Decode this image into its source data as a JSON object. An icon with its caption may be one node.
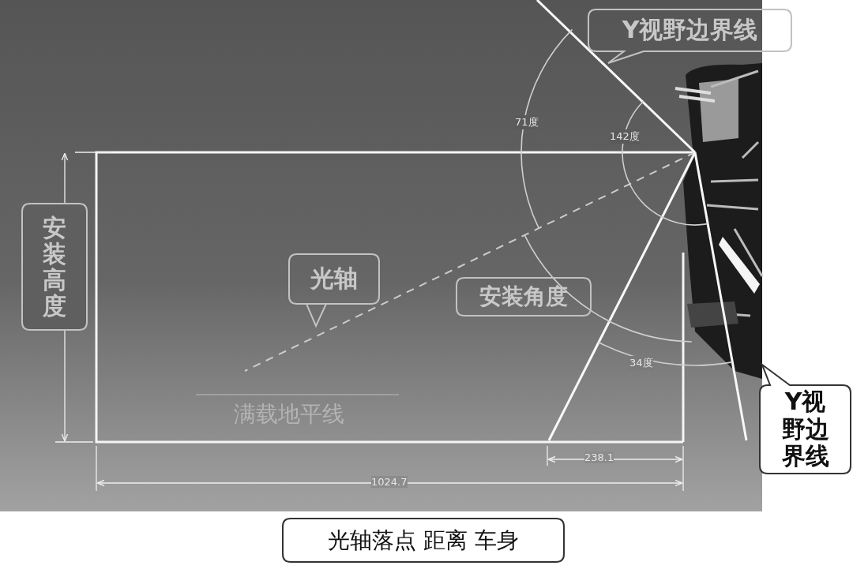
{
  "diagram": {
    "nodes": [
      {
        "text": [
          "Y视野边界线"
        ]
      },
      {
        "text": [
          "安装高度"
        ]
      },
      {
        "text": [
          "光轴"
        ]
      },
      {
        "text": [
          "安装角度"
        ]
      },
      {
        "text": [
          "Y视野边界线"
        ]
      },
      {
        "text": [
          "光轴落点 距离 车身"
        ]
      }
    ],
    "labels": [
      "71度",
      "142度",
      "34度",
      "满载地平线",
      "238.1",
      "1024.7"
    ]
  }
}
